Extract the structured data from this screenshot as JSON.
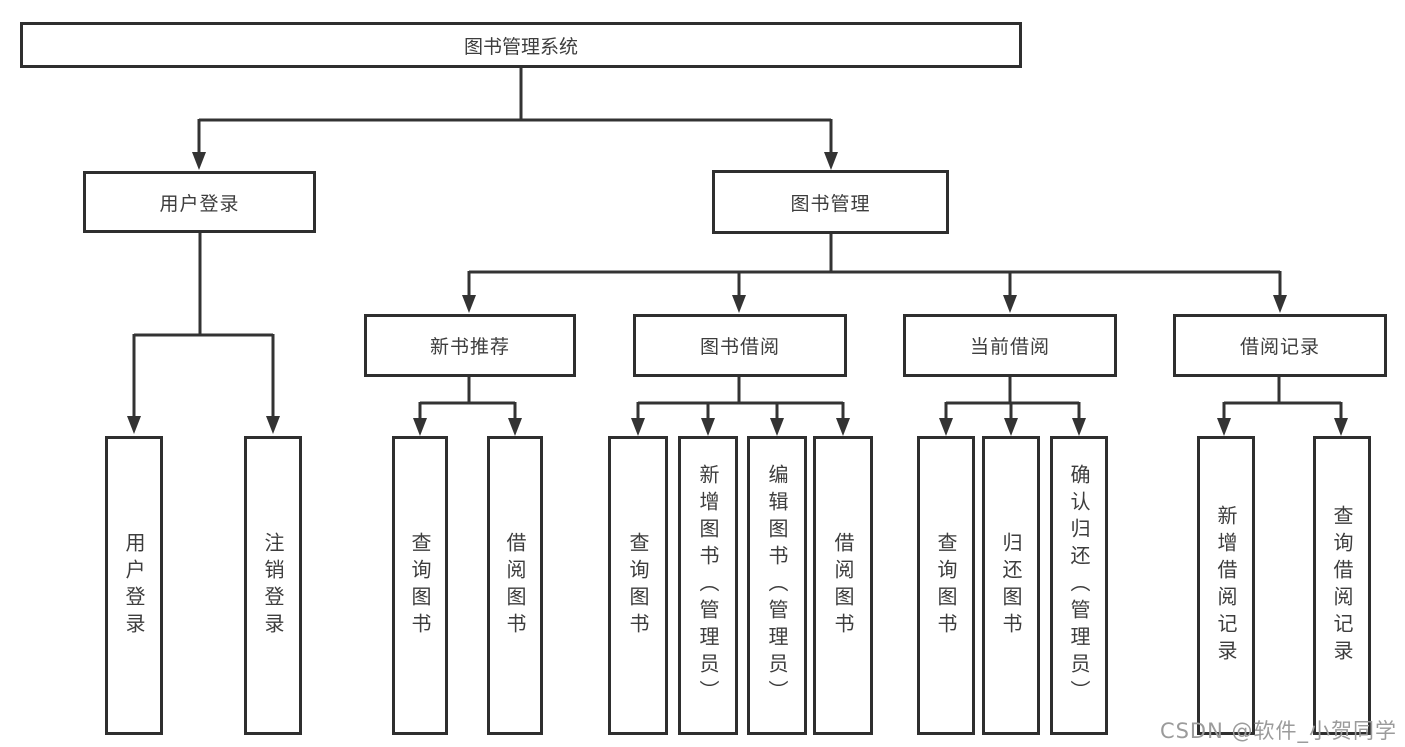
{
  "diagram": {
    "type": "hierarchy",
    "root": {
      "label": "图书管理系统"
    },
    "branches": {
      "user_login": {
        "label": "用户登录"
      },
      "book_management": {
        "label": "图书管理"
      }
    },
    "sections": {
      "new_book_recommend": {
        "label": "新书推荐"
      },
      "book_borrow": {
        "label": "图书借阅"
      },
      "current_borrow": {
        "label": "当前借阅"
      },
      "borrow_record": {
        "label": "借阅记录"
      }
    },
    "leaves": {
      "login": {
        "label": "用户登录"
      },
      "logout": {
        "label": "注销登录"
      },
      "nb_query_book": {
        "label": "查询图书"
      },
      "nb_borrow_book": {
        "label": "借阅图书"
      },
      "bb_query_book": {
        "label": "查询图书"
      },
      "bb_add_book": {
        "label": "新增图书（管理员）"
      },
      "bb_edit_book": {
        "label": "编辑图书（管理员）"
      },
      "bb_borrow_book": {
        "label": "借阅图书"
      },
      "cb_query_book": {
        "label": "查询图书"
      },
      "cb_return_book": {
        "label": "归还图书"
      },
      "cb_confirm_return": {
        "label": "确认归还（管理员）"
      },
      "br_add_record": {
        "label": "新增借阅记录"
      },
      "br_query_record": {
        "label": "查询借阅记录"
      }
    },
    "colors": {
      "line": "#333333",
      "border": "#2f2f2f",
      "text": "#3d3d3d",
      "background": "#ffffff",
      "watermark": "#9b9b9b"
    }
  },
  "watermark": {
    "text": "CSDN @软件_小贺同学"
  }
}
